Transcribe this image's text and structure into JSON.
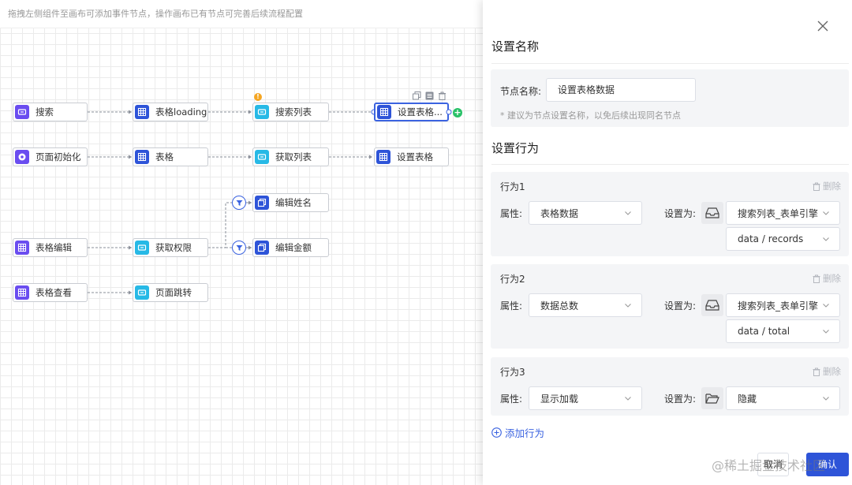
{
  "canvas": {
    "hint": "拖拽左侧组件至画布可添加事件节点，操作画布已有节点可完善后续流程配置",
    "nodes": [
      {
        "id": "n-search",
        "label": "搜索",
        "icon": "input-icon",
        "color": "purple"
      },
      {
        "id": "n-table-loading",
        "label": "表格loading",
        "icon": "table-icon",
        "color": "blue"
      },
      {
        "id": "n-search-list",
        "label": "搜索列表",
        "icon": "input-icon",
        "color": "cyan"
      },
      {
        "id": "n-set-table-sel",
        "label": "设置表格...",
        "icon": "table-icon",
        "color": "blue"
      },
      {
        "id": "n-page-init",
        "label": "页面初始化",
        "icon": "page-icon",
        "color": "purple"
      },
      {
        "id": "n-table",
        "label": "表格",
        "icon": "table-icon",
        "color": "blue"
      },
      {
        "id": "n-get-list",
        "label": "获取列表",
        "icon": "input-icon",
        "color": "cyan"
      },
      {
        "id": "n-set-table",
        "label": "设置表格",
        "icon": "table-icon",
        "color": "blue"
      },
      {
        "id": "n-edit-name",
        "label": "编辑姓名",
        "icon": "copy-icon",
        "color": "blue"
      },
      {
        "id": "n-table-edit",
        "label": "表格编辑",
        "icon": "table-icon",
        "color": "purple"
      },
      {
        "id": "n-get-perm",
        "label": "获取权限",
        "icon": "input-icon",
        "color": "cyan"
      },
      {
        "id": "n-edit-amount",
        "label": "编辑金额",
        "icon": "copy-icon",
        "color": "blue"
      },
      {
        "id": "n-table-view",
        "label": "表格查看",
        "icon": "table-icon",
        "color": "purple"
      },
      {
        "id": "n-page-jump",
        "label": "页面跳转",
        "icon": "input-icon",
        "color": "cyan"
      }
    ],
    "warning_mark": "!",
    "add_mark": "+"
  },
  "drawer": {
    "name_section_title": "设置名称",
    "node_name_label": "节点名称:",
    "node_name_value": "设置表格数据",
    "node_name_hint": "* 建议为节点设置名称，以免后续出现同名节点",
    "behavior_section_title": "设置行为",
    "rows": [
      {
        "title": "行为1",
        "delete_label": "删除",
        "attr_label": "属性:",
        "attr_value": "表格数据",
        "set_label": "设置为:",
        "source_icon": "inbox-icon",
        "source_value": "搜索列表_表单引擎",
        "path_value": "data / records"
      },
      {
        "title": "行为2",
        "delete_label": "删除",
        "attr_label": "属性:",
        "attr_value": "数据总数",
        "set_label": "设置为:",
        "source_icon": "inbox-icon",
        "source_value": "搜索列表_表单引擎",
        "path_value": "data / total"
      },
      {
        "title": "行为3",
        "delete_label": "删除",
        "attr_label": "属性:",
        "attr_value": "显示加载",
        "set_label": "设置为:",
        "source_icon": "folder-icon",
        "source_value": "隐藏"
      }
    ],
    "add_row_label": "添加行为",
    "cancel_label": "取消",
    "ok_label": "确认",
    "watermark": "@稀土掘金技术社区"
  },
  "colors": {
    "accent": "#3b63e0",
    "purple": "#6a4df0",
    "blue": "#2e54d8",
    "cyan": "#27b9e6",
    "success": "#28c167",
    "warning": "#f5a623"
  }
}
